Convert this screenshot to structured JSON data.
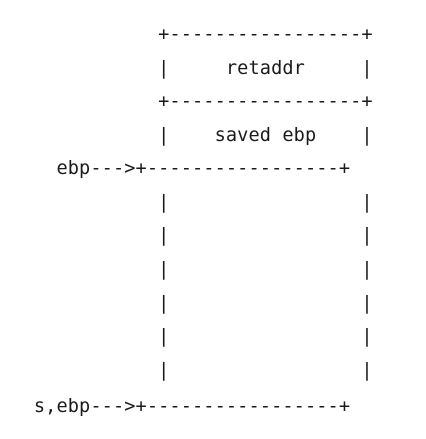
{
  "diagram": {
    "lines": [
      "              +-----------------+",
      "              |     retaddr     |",
      "              +-----------------+",
      "              |    saved ebp    |",
      "     ebp--->+-----------------+",
      "              |                 |",
      "              |                 |",
      "              |                 |",
      "              |                 |",
      "              |                 |",
      "              |                 |",
      "   s,ebp--->+-----------------+"
    ],
    "labels": {
      "retaddr": "retaddr",
      "saved_ebp": "saved ebp",
      "ebp_pointer": "ebp--->",
      "s_ebp_pointer": "s,ebp--->"
    }
  }
}
